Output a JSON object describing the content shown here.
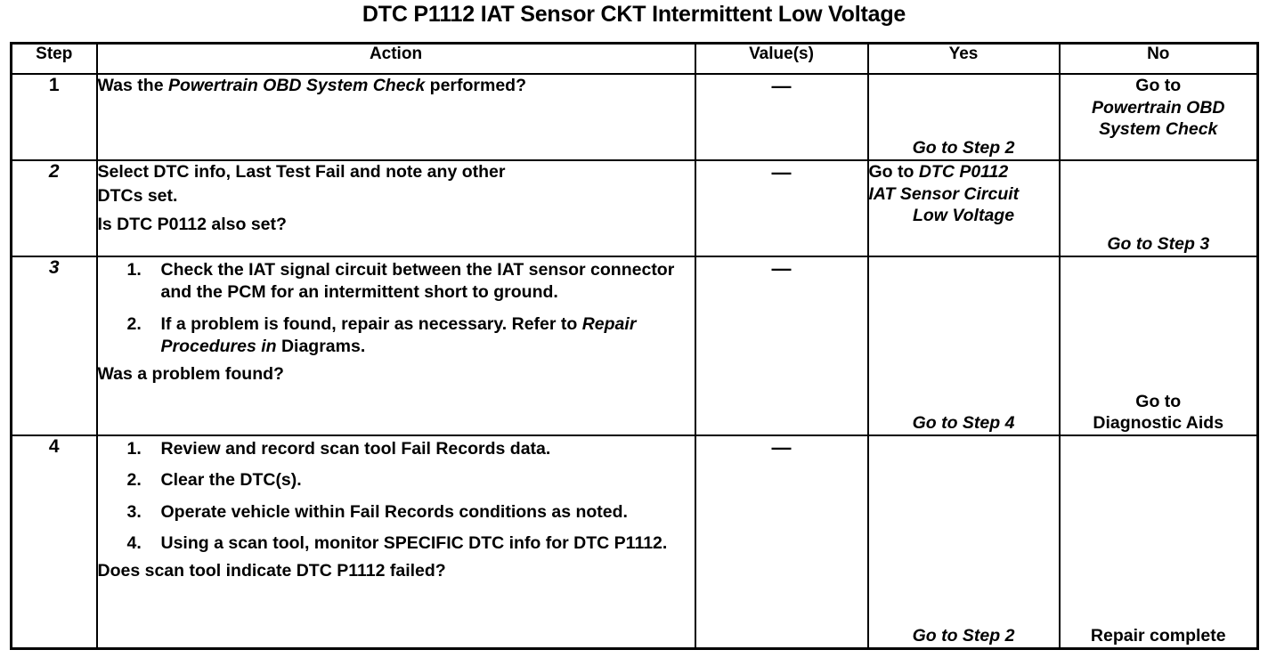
{
  "document": {
    "title": "DTC P1112 IAT Sensor CKT Intermittent Low Voltage"
  },
  "table": {
    "headers": {
      "step": "Step",
      "action": "Action",
      "value": "Value(s)",
      "yes": "Yes",
      "no": "No"
    },
    "rows": [
      {
        "step": "1",
        "action": {
          "lead": "Was the ",
          "lead_italic": "Powertrain OBD System Check",
          "lead_tail": " performed?"
        },
        "value": "—",
        "yes": {
          "italic": "Go to Step 2"
        },
        "no": {
          "plain": "Go to",
          "italic": "Powertrain OBD System Check"
        }
      },
      {
        "step": "2",
        "action": {
          "line1": "Select DTC info, Last Test Fail and note any other",
          "line2": "DTCs set.",
          "question": "Is DTC P0112 also set?"
        },
        "value": "—",
        "yes": {
          "plain": "Go to ",
          "italic1": "DTC P0112",
          "italic2": "IAT Sensor Circuit",
          "italic3": "Low Voltage"
        },
        "no": {
          "italic": "Go to Step 3"
        }
      },
      {
        "step": "3",
        "action": {
          "item1": "Check the IAT signal circuit between the IAT sensor connector and the PCM for an intermittent short to ground.",
          "item2_pre": "If a problem is found, repair as necessary. Refer to ",
          "item2_italic": "Repair Procedures in",
          "item2_post": " Diagrams.",
          "question": "Was a problem found?"
        },
        "value": "—",
        "yes": {
          "italic": "Go to Step 4"
        },
        "no": {
          "plain1": "Go to",
          "plain2": "Diagnostic Aids"
        }
      },
      {
        "step": "4",
        "action": {
          "item1": "Review and record scan tool Fail Records data.",
          "item2": "Clear the DTC(s).",
          "item3": "Operate vehicle within Fail Records conditions as noted.",
          "item4": "Using a scan tool, monitor SPECIFIC DTC info for DTC P1112.",
          "question": "Does scan tool indicate DTC P1112 failed?"
        },
        "value": "—",
        "yes": {
          "italic": "Go to Step 2"
        },
        "no": {
          "plain": "Repair complete"
        }
      }
    ]
  }
}
